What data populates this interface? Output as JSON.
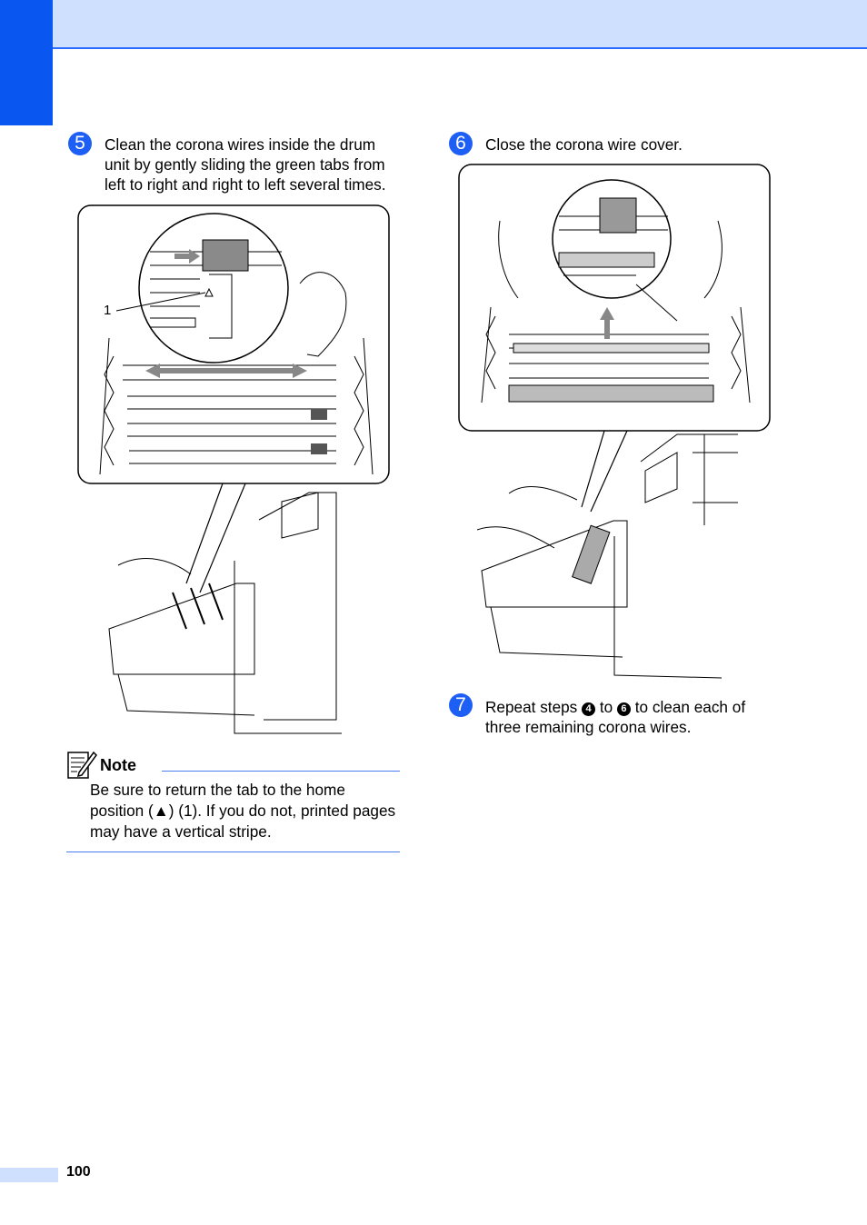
{
  "header": {
    "band_color": "#cfe0ff",
    "tab_color": "#0a56f0"
  },
  "steps": [
    {
      "number": "5",
      "text": "Clean the corona wires inside the drum unit by gently sliding the green tabs from left to right and right to left several times."
    },
    {
      "number": "6",
      "text": "Close the corona wire cover."
    },
    {
      "number": "7",
      "text_before": "Repeat steps",
      "ref_a": "4",
      "text_mid": "to",
      "ref_b": "6",
      "text_after": "to clean each of three remaining corona wires."
    }
  ],
  "figure1": {
    "callout_label": "1"
  },
  "note": {
    "title": "Note",
    "body": "Be sure to return the tab to the home position (▲) (1). If you do not, printed pages may have a vertical stripe."
  },
  "footer": {
    "page_number": "100"
  },
  "colors": {
    "accent": "#1d5ff5",
    "rule": "#4a7df0"
  }
}
